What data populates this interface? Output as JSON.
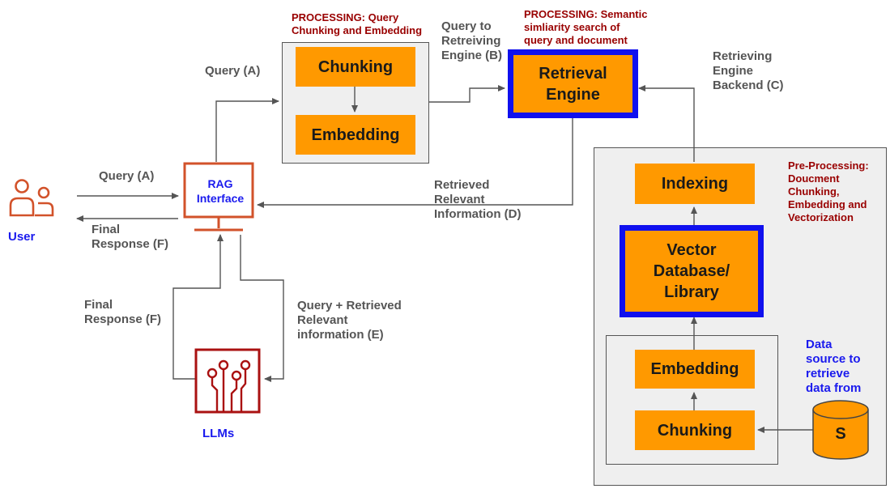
{
  "diagram": {
    "colors": {
      "box": "#ff9900",
      "highlight": "#1010ee",
      "icon": "#d2522a",
      "llm": "#aa1111",
      "panel": "#efefef",
      "wire": "#555555"
    },
    "actors": {
      "user": "User",
      "llms": "LLMs",
      "rag_interface": "RAG\nInterface"
    },
    "boxes": {
      "chunking_query": "Chunking",
      "embedding_query": "Embedding",
      "retrieval_engine": "Retrieval\nEngine",
      "indexing": "Indexing",
      "vector_db": "Vector\nDatabase/\nLibrary",
      "embedding_doc": "Embedding",
      "chunking_doc": "Chunking"
    },
    "processing_notes": {
      "query_processing": "PROCESSING: Query\nChunking and Embedding",
      "semantic_processing": "PROCESSING: Semantic\nsimliarity search of\nquery and document",
      "pre_processing": "Pre-Processing:\nDoucment\nChunking,\nEmbedding and\nVectorization"
    },
    "edge_labels": {
      "query_a_top": "Query (A)",
      "query_b": "Query to\nRetreiving\nEngine (B)",
      "backend_c": "Retrieving\nEngine\nBackend (C)",
      "query_a_user": "Query (A)",
      "final_f_user": "Final\nResponse (F)",
      "retrieved_d": "Retrieved\nRelevant\nInformation (D)",
      "final_f_llm": "Final\nResponse (F)",
      "query_retrieved_e": "Query + Retrieved\nRelevant\ninformation (E)"
    },
    "data_source": {
      "label": "Data\nsource to\nretrieve\ndata from",
      "symbol": "S"
    }
  }
}
